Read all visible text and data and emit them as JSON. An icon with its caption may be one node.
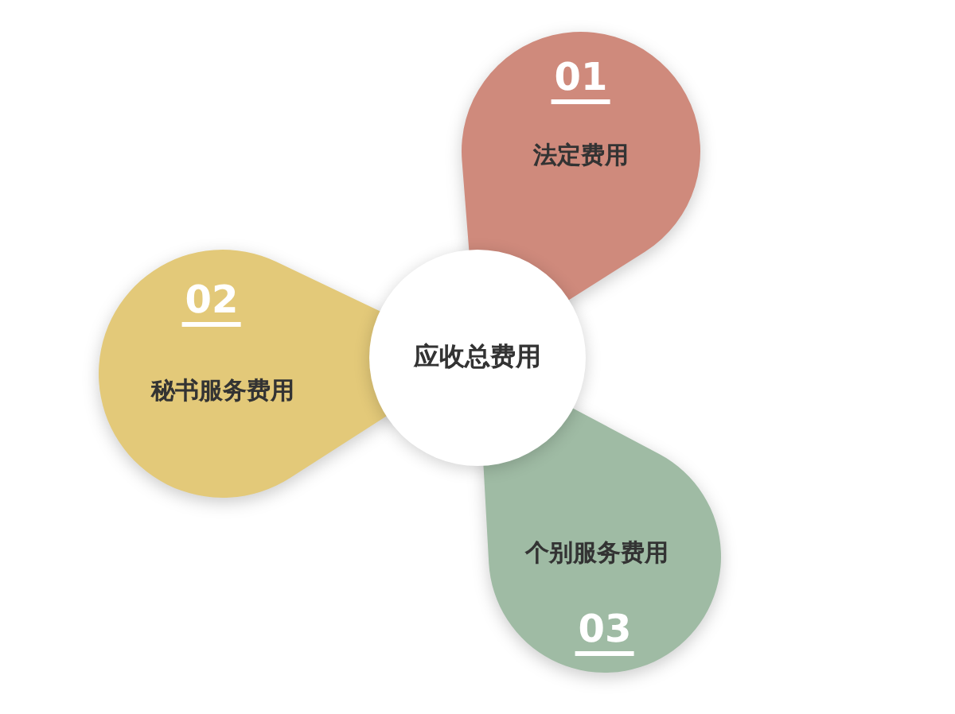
{
  "diagram": {
    "nodes": [
      {
        "text": [
          "应收总费用"
        ]
      },
      {
        "text": [
          "01",
          "法定费用"
        ]
      },
      {
        "text": [
          "02",
          "秘书服务费用"
        ]
      },
      {
        "text": [
          "个别服务费用",
          "03"
        ]
      }
    ]
  }
}
